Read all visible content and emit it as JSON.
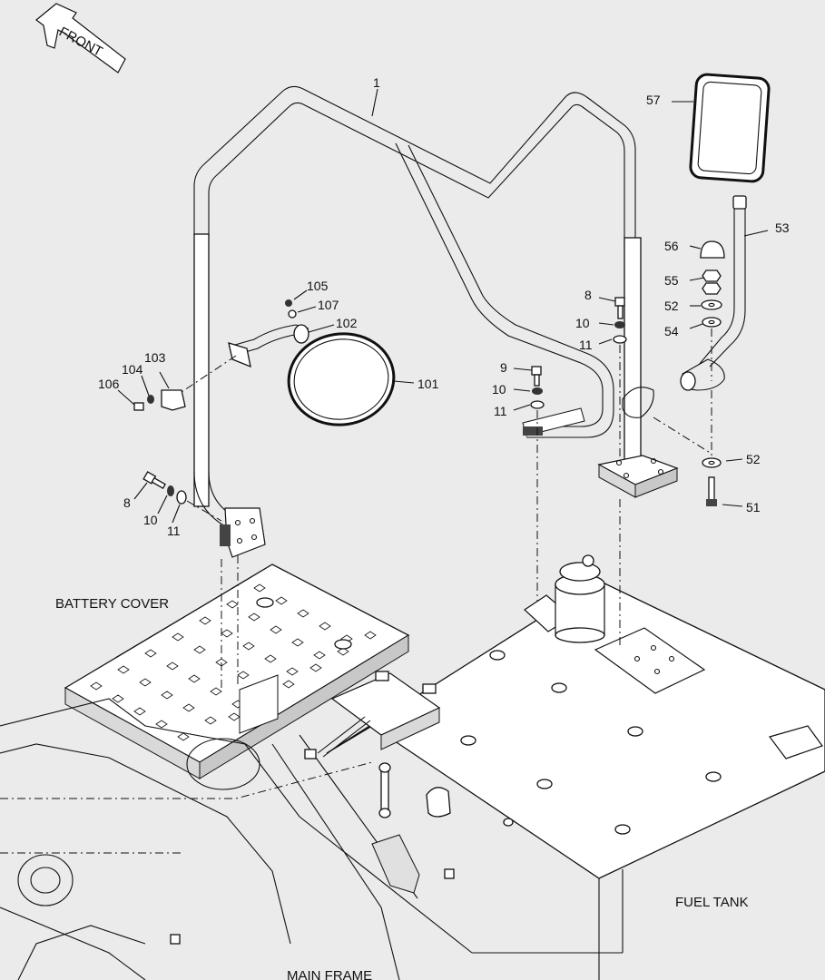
{
  "front_arrow": "FRONT",
  "area_labels": {
    "battery_cover": "BATTERY COVER",
    "fuel_tank": "FUEL TANK",
    "main_frame": "MAIN FRAME"
  },
  "callouts": {
    "c1": "1",
    "c57": "57",
    "c53": "53",
    "c56": "56",
    "c55": "55",
    "c52a": "52",
    "c54": "54",
    "c52b": "52",
    "c51": "51",
    "c8a": "8",
    "c10a": "10",
    "c11a": "11",
    "c9": "9",
    "c10b": "10",
    "c11b": "11",
    "c105": "105",
    "c107": "107",
    "c102": "102",
    "c101": "101",
    "c103": "103",
    "c104": "104",
    "c106": "106",
    "c8b": "8",
    "c10c": "10",
    "c11c": "11"
  }
}
